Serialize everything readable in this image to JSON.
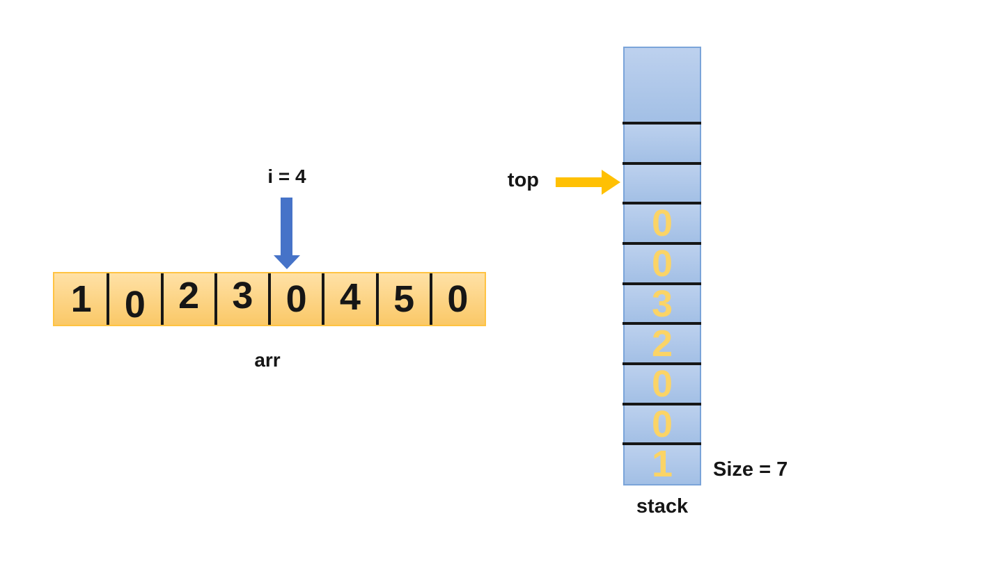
{
  "diagram_title": "array-to-stack illustration",
  "array": {
    "label": "arr",
    "values": [
      "1",
      "0",
      "2",
      "3",
      "0",
      "4",
      "5",
      "0"
    ]
  },
  "index_pointer": {
    "label": "i = 4",
    "icon": "down-arrow-icon"
  },
  "stack": {
    "label": "stack",
    "cells": [
      "",
      "",
      "",
      "0",
      "0",
      "3",
      "2",
      "0",
      "0",
      "1"
    ],
    "size_label": "Size = 7"
  },
  "top_pointer": {
    "label": "top",
    "icon": "right-arrow-icon"
  },
  "colors": {
    "text-color": "#161616",
    "array-fill-top": "#ffe1a6",
    "array-fill-bottom": "#fac867",
    "array-border": "#ffc342",
    "stack-fill-top": "#bdd1ee",
    "stack-fill-bottom": "#a2bfe5",
    "stack-border": "#7aa4d9",
    "stack-digit": "#fbd466",
    "blue-arrow": "#4673c8",
    "gold-arrow": "#ffc003"
  }
}
